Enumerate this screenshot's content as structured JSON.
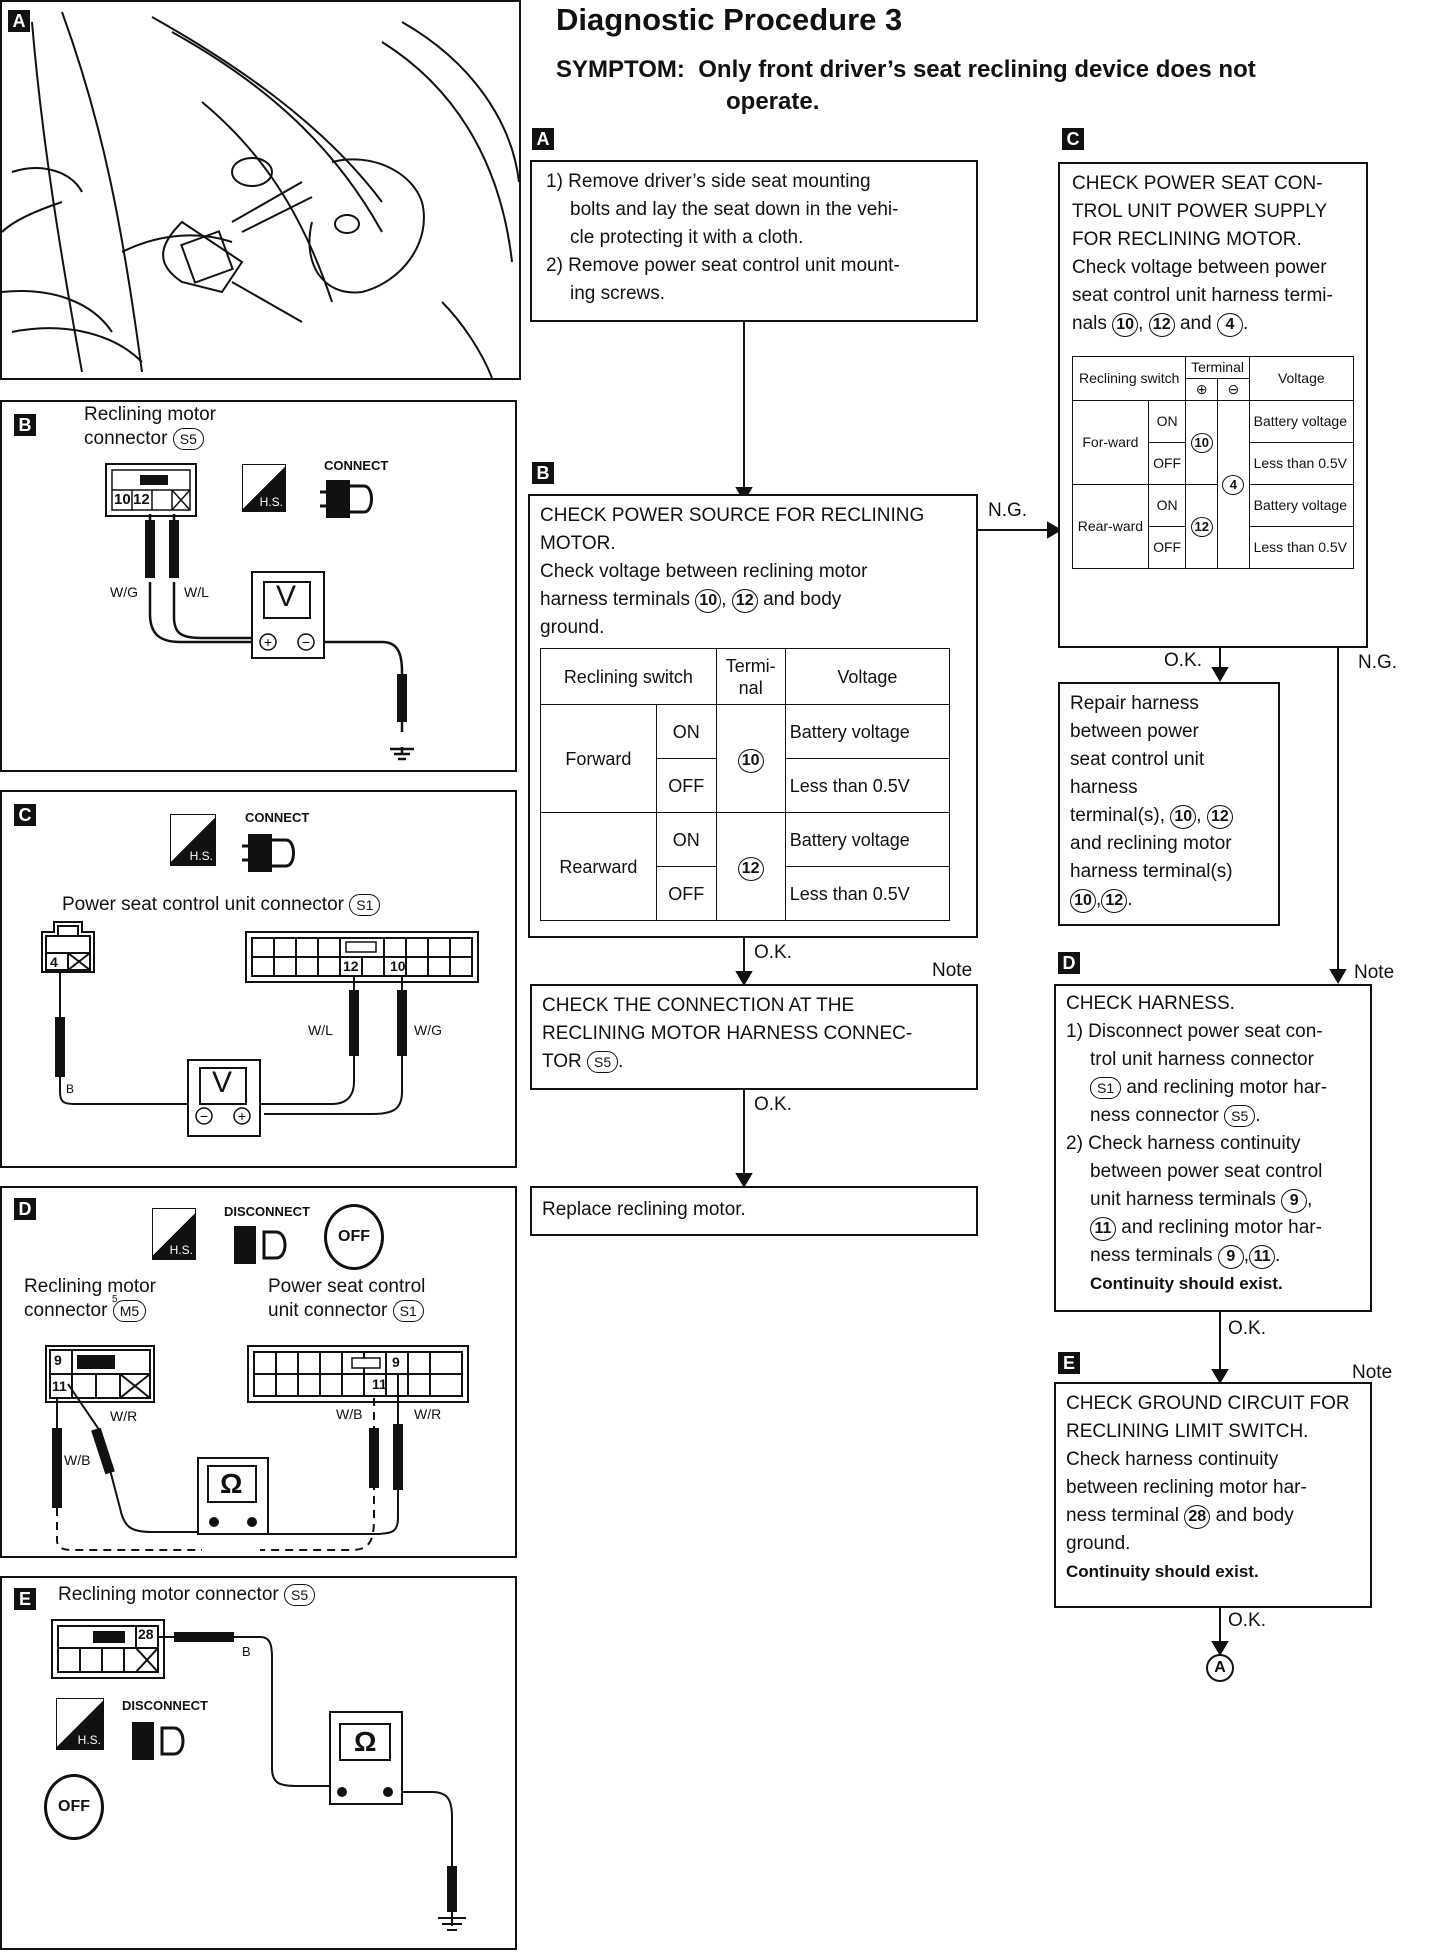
{
  "title": "Diagnostic Procedure 3",
  "symptom": {
    "label": "SYMPTOM:",
    "line1": "Only front driver’s seat reclining device does not",
    "line2": "operate."
  },
  "markers": {
    "a": "A",
    "b": "B",
    "c": "C",
    "d": "D",
    "e": "E",
    "end": "A"
  },
  "flow_labels": {
    "ok": "O.K.",
    "ng": "N.G.",
    "note": "Note"
  },
  "step_a": {
    "lines": [
      "1) Remove driver’s side seat mounting",
      "bolts and lay the seat down in the vehi-",
      "cle protecting it with a cloth.",
      "2) Remove power seat control unit mount-",
      "ing screws."
    ]
  },
  "step_b": {
    "heading1": "CHECK POWER SOURCE FOR RECLINING",
    "heading2": "MOTOR.",
    "text1": "Check voltage between reclining motor",
    "text2a": "harness terminals",
    "text2b": "and body",
    "text3": "ground.",
    "table": {
      "h_switch": "Reclining switch",
      "h_terminal": "Termi-nal",
      "h_voltage": "Voltage",
      "forward": "Forward",
      "rearward": "Rearward",
      "on": "ON",
      "off": "OFF",
      "battery": "Battery voltage",
      "less": "Less than 0.5V",
      "t10": "10",
      "t12": "12"
    }
  },
  "step_b2": {
    "line1": "CHECK THE CONNECTION AT THE",
    "line2": "RECLINING MOTOR HARNESS CONNEC-",
    "line3": "TOR"
  },
  "step_replace": {
    "text": "Replace reclining motor."
  },
  "step_c": {
    "lines": [
      "CHECK POWER SEAT CON-",
      "TROL UNIT POWER SUPPLY",
      "FOR RECLINING MOTOR.",
      "Check voltage between power",
      "seat control unit harness termi-"
    ],
    "last": "nals",
    "and": "and",
    "table": {
      "h_switch": "Reclining switch",
      "h_terminal": "Terminal",
      "h_voltage": "Voltage",
      "forward": "For-ward",
      "rearward": "Rear-ward",
      "on": "ON",
      "off": "OFF",
      "battery": "Battery voltage",
      "less": "Less than 0.5V",
      "plus": "⊕",
      "minus": "⊖",
      "t10": "10",
      "t12": "12",
      "t4": "4"
    }
  },
  "step_repair": {
    "lines": [
      "Repair harness",
      "between power",
      "seat control unit",
      "harness",
      "terminal(s),",
      "and reclining motor",
      "harness terminal(s)"
    ]
  },
  "step_d": {
    "heading": "CHECK HARNESS.",
    "l1": "1) Disconnect power seat con-",
    "l2": "trol unit harness connector",
    "l3": "and reclining motor har-",
    "l4": "ness connector",
    "l5": "2) Check harness continuity",
    "l6": "between power seat control",
    "l7": "unit harness terminals",
    "l8": "and reclining motor har-",
    "l9": "ness terminals",
    "l10": "Continuity should exist."
  },
  "step_e": {
    "lines": [
      "CHECK GROUND CIRCUIT FOR",
      "RECLINING LIMIT SWITCH.",
      "Check harness continuity",
      "between reclining motor har-"
    ],
    "l5a": "ness terminal",
    "l5b": "and body",
    "l6": "ground.",
    "l7": "Continuity should exist."
  },
  "circled": {
    "s5": "S5",
    "s1": "S1",
    "m5": "M5",
    "n4": "4",
    "n9": "9",
    "n10": "10",
    "n11": "11",
    "n12": "12",
    "n28": "28"
  },
  "panel_b": {
    "label1": "Reclining motor",
    "label2": "connector",
    "connect": "CONNECT",
    "hs": "H.S.",
    "wire1": "W/G",
    "wire2": "W/L",
    "meter": "V",
    "pin10": "10",
    "pin12": "12"
  },
  "panel_c": {
    "connect": "CONNECT",
    "hs": "H.S.",
    "label": "Power seat control unit connector",
    "pin4": "4",
    "pin12": "12",
    "pin10": "10",
    "wire_wl": "W/L",
    "wire_wg": "W/G",
    "wire_b": "B",
    "meter": "V"
  },
  "panel_d": {
    "disconnect": "DISCONNECT",
    "hs": "H.S.",
    "off": "OFF",
    "label1a": "Reclining motor",
    "label1b": "connector",
    "label2a": "Power seat control",
    "label2b": "unit connector",
    "pin9": "9",
    "pin11": "11",
    "wire_wr": "W/R",
    "wire_wb": "W/B",
    "meter": "Ω",
    "stray": "5"
  },
  "panel_e": {
    "label": "Reclining motor connector",
    "pin28": "28",
    "wire_b": "B",
    "hs": "H.S.",
    "disconnect": "DISCONNECT",
    "off": "OFF",
    "meter": "Ω"
  }
}
